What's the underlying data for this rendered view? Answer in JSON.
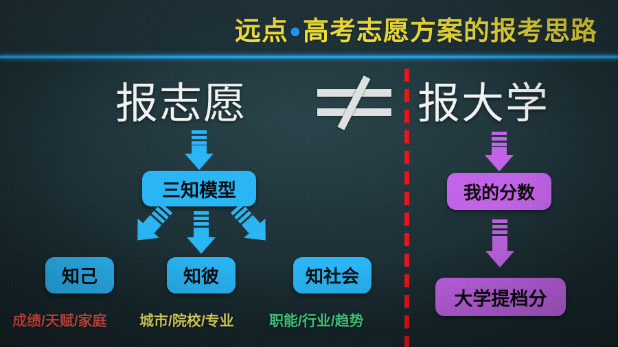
{
  "header": {
    "brand": "远点",
    "separator_icon": "blue-dot-icon",
    "title": "高考志愿方案的报考思路",
    "brand_color": "#f5e33a",
    "dot_color": "#2196f3",
    "rule_color": "#1ba3f0"
  },
  "comparison": {
    "left_heading": "报志愿",
    "operator": "≠",
    "operator_icon": "not-equal-icon",
    "right_heading": "报大学",
    "heading_color": "#f2f3f3",
    "divider_icon": "red-dashed-divider",
    "divider_color": "#e8161a"
  },
  "left_branch": {
    "accent_color": "#29b6f6",
    "root": {
      "label": "三知模型"
    },
    "children": [
      {
        "label": "知己",
        "tag": "成绩/天赋/家庭",
        "tag_color": "#f0574e"
      },
      {
        "label": "知彼",
        "tag": "城市/院校/专业",
        "tag_color": "#f3ec6a"
      },
      {
        "label": "知社会",
        "tag": "职能/行业/趋势",
        "tag_color": "#47e08a"
      }
    ]
  },
  "right_branch": {
    "accent_color": "#c263e8",
    "steps": [
      {
        "label": "我的分数"
      },
      {
        "label": "大学提档分"
      }
    ]
  }
}
